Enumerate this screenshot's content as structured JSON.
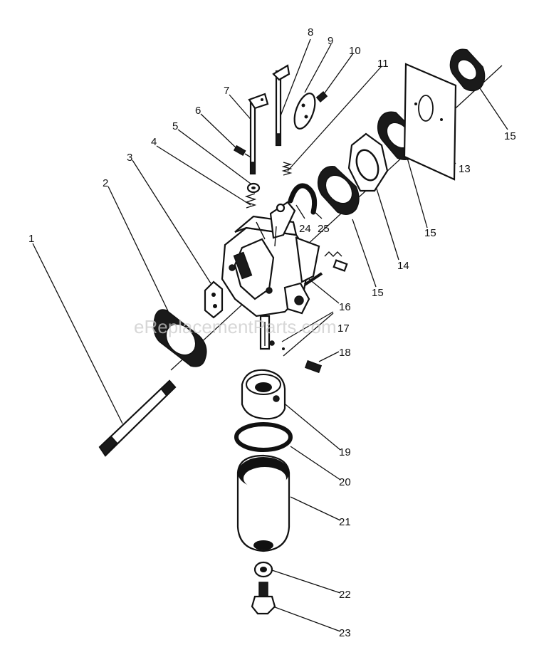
{
  "watermark": "eReplacementParts.com",
  "colors": {
    "ink": "#111111",
    "background": "#ffffff",
    "watermark": "#c9c9c9"
  },
  "callouts": [
    {
      "id": "1",
      "text": "1"
    },
    {
      "id": "2",
      "text": "2"
    },
    {
      "id": "3",
      "text": "3"
    },
    {
      "id": "4",
      "text": "4"
    },
    {
      "id": "5",
      "text": "5"
    },
    {
      "id": "6",
      "text": "6"
    },
    {
      "id": "7",
      "text": "7"
    },
    {
      "id": "8",
      "text": "8"
    },
    {
      "id": "9",
      "text": "9"
    },
    {
      "id": "10",
      "text": "10"
    },
    {
      "id": "11",
      "text": "11"
    },
    {
      "id": "13",
      "text": "13"
    },
    {
      "id": "14",
      "text": "14"
    },
    {
      "id": "15a",
      "text": "15"
    },
    {
      "id": "15b",
      "text": "15"
    },
    {
      "id": "15c",
      "text": "15"
    },
    {
      "id": "16",
      "text": "16"
    },
    {
      "id": "17",
      "text": "17"
    },
    {
      "id": "18",
      "text": "18"
    },
    {
      "id": "19",
      "text": "19"
    },
    {
      "id": "20",
      "text": "20"
    },
    {
      "id": "21",
      "text": "21"
    },
    {
      "id": "22",
      "text": "22"
    },
    {
      "id": "23",
      "text": "23"
    },
    {
      "id": "24",
      "text": "24"
    },
    {
      "id": "25",
      "text": "25"
    }
  ]
}
